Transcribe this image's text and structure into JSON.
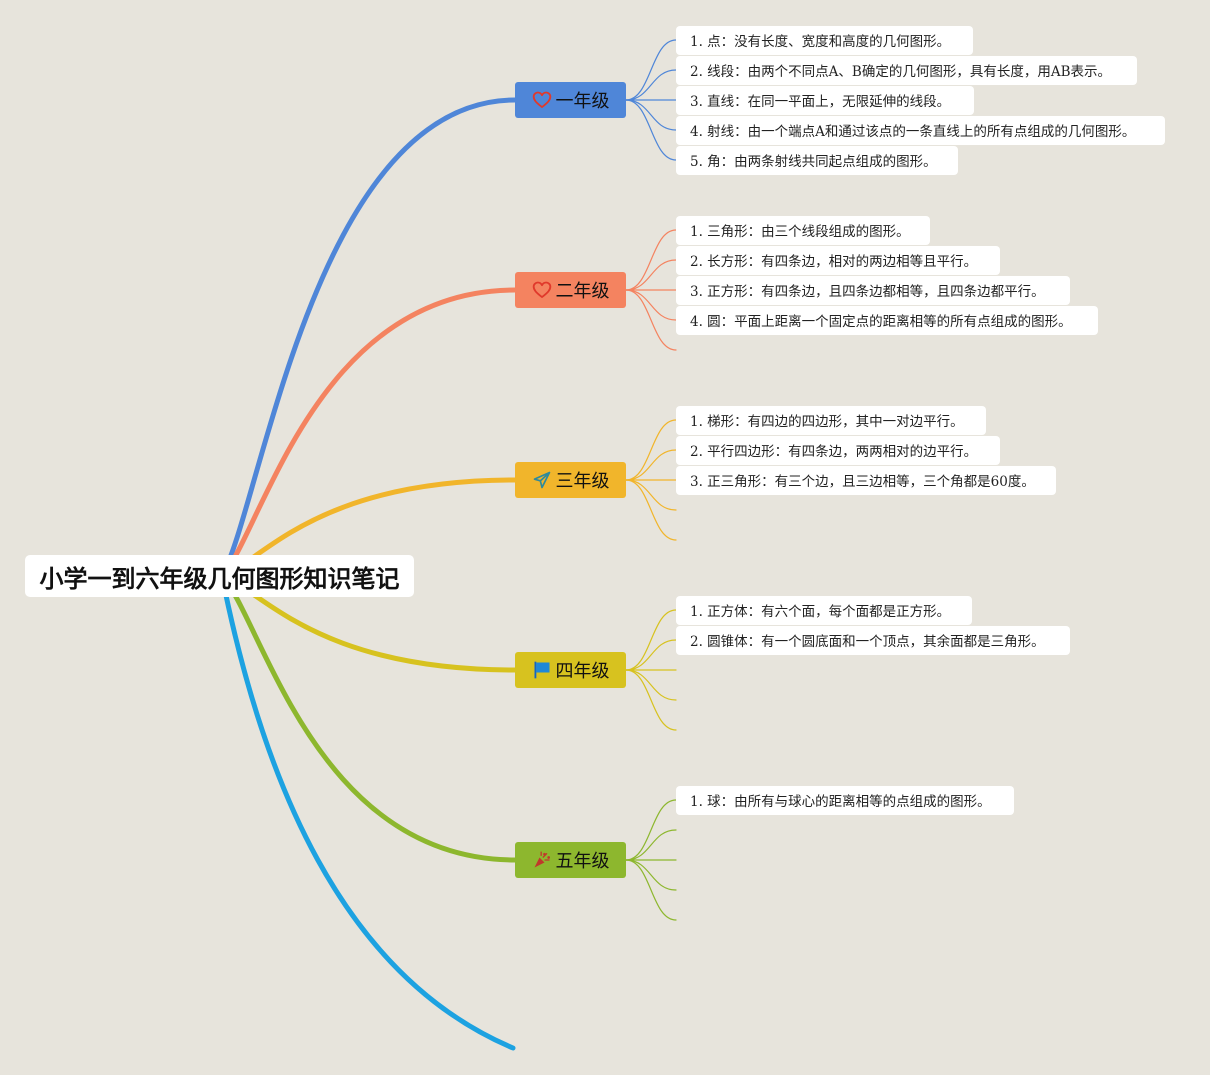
{
  "root": {
    "title": "小学一到六年级几何图形知识笔记"
  },
  "branches": [
    {
      "label": "一年级",
      "color": "#4f86d8",
      "icon": "heart-icon",
      "icon_color": "#e0392b",
      "leaves": [
        "1. 点：没有长度、宽度和高度的几何图形。",
        "2. 线段：由两个不同点A、B确定的几何图形，具有长度，用AB表示。",
        "3. 直线：在同一平面上，无限延伸的线段。",
        "4. 射线：由一个端点A和通过该点的一条直线上的所有点组成的几何图形。",
        "5. 角：由两条射线共同起点组成的图形。"
      ]
    },
    {
      "label": "二年级",
      "color": "#f48360",
      "icon": "heart-icon",
      "icon_color": "#e0392b",
      "leaves": [
        "1. 三角形：由三个线段组成的图形。",
        "2. 长方形：有四条边，相对的两边相等且平行。",
        "3. 正方形：有四条边，且四条边都相等，且四条边都平行。",
        "4. 圆：平面上距离一个固定点的距离相等的所有点组成的图形。"
      ]
    },
    {
      "label": "三年级",
      "color": "#f1b52b",
      "icon": "paper-plane-icon",
      "icon_color": "#2e8a9c",
      "leaves": [
        "1. 梯形：有四边的四边形，其中一对边平行。",
        "2. 平行四边形：有四条边，两两相对的边平行。",
        "3. 正三角形：有三个边，且三边相等，三个角都是60度。"
      ]
    },
    {
      "label": "四年级",
      "color": "#d7c21f",
      "icon": "flag-icon",
      "icon_color": "#1e88d8",
      "leaves": [
        "1. 正方体：有六个面，每个面都是正方形。",
        "2. 圆锥体：有一个圆底面和一个顶点，其余面都是三角形。"
      ]
    },
    {
      "label": "五年级",
      "color": "#8db72e",
      "icon": "party-popper-icon",
      "icon_color": "#c0392b",
      "leaves": [
        "1. 球：由所有与球心的距离相等的点组成的图形。"
      ]
    }
  ],
  "extra_branch_color": "#1da2e1"
}
